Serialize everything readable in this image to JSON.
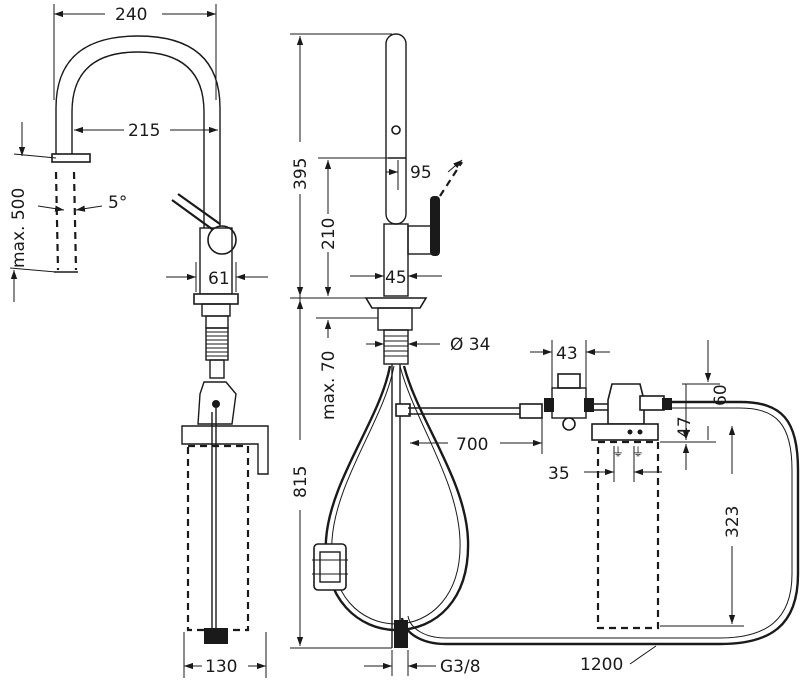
{
  "dimensions": {
    "d240": "240",
    "d215": "215",
    "d_max500": "max. 500",
    "d5deg": "5°",
    "d61": "61",
    "d130": "130",
    "d395": "395",
    "d210": "210",
    "d95": "95",
    "d45": "45",
    "d_max70": "max. 70",
    "d_diam34": "Ø 34",
    "d815": "815",
    "dG38": "G3/8",
    "d43": "43",
    "d60": "60",
    "d700": "700",
    "d47": "47",
    "d35": "35",
    "d323": "323",
    "d1200": "1200"
  }
}
